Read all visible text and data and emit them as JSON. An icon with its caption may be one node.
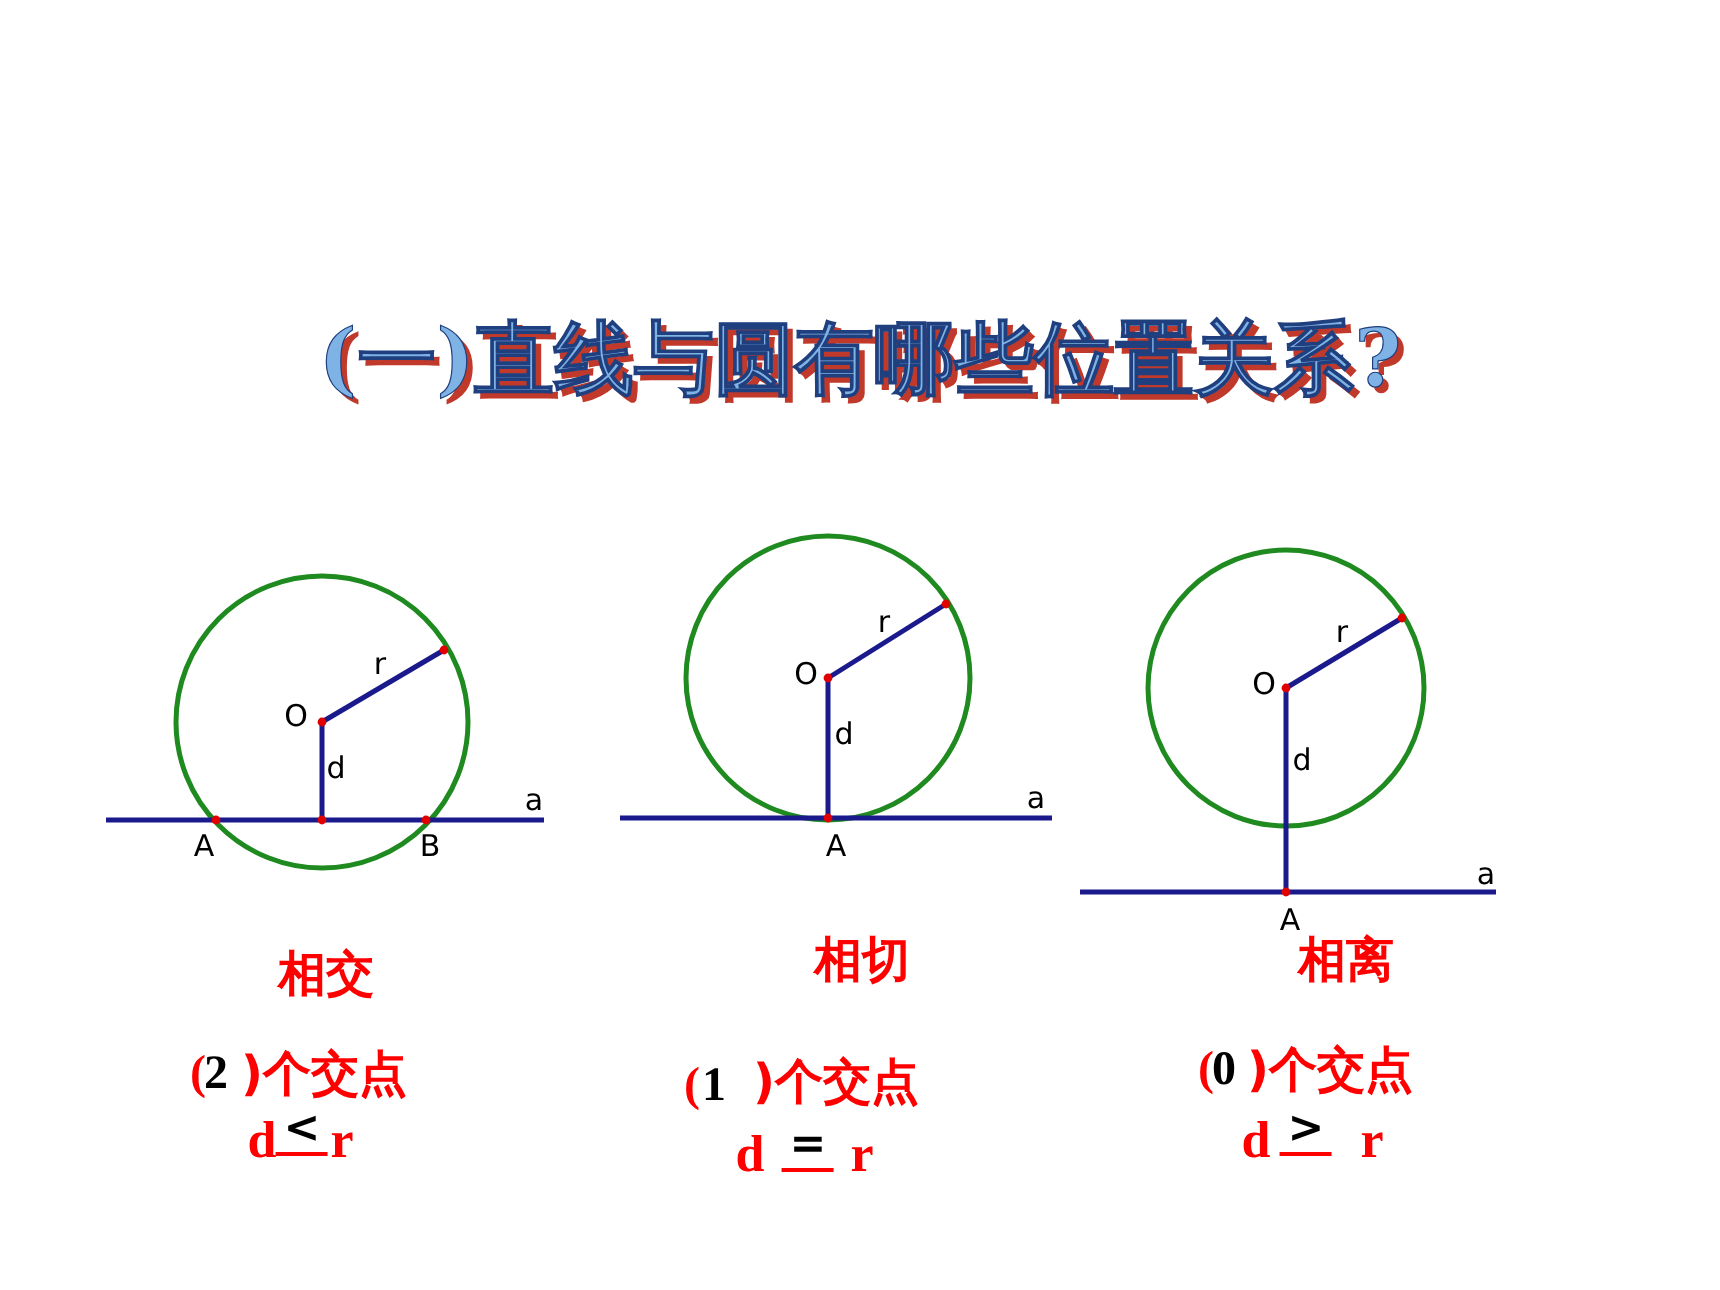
{
  "diagram": {
    "title": "(一)直线与圆有哪些位置关系?",
    "labels": [
      "O",
      "r",
      "d",
      "a",
      "A",
      "B",
      "相交",
      "(",
      "2",
      ")个交点",
      "d",
      "<",
      "r",
      "O",
      "r",
      "d",
      "a",
      "A",
      "相切",
      "(",
      "1",
      ")个交点",
      "d",
      "=",
      "r",
      "O",
      "r",
      "d",
      "a",
      "A",
      "相离",
      "(",
      "0",
      ")个交点",
      "d",
      ">",
      "r"
    ]
  }
}
